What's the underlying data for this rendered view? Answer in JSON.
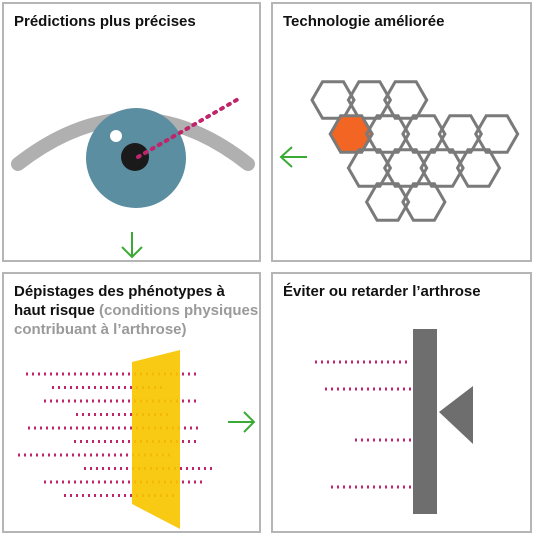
{
  "panels": {
    "top_left": {
      "title": "Prédictions plus précises"
    },
    "top_right": {
      "title": "Technologie améliorée"
    },
    "bottom_left": {
      "title_line1": "Dépistages des phénotypes à",
      "title_line2_bold": "haut risque",
      "title_line2_sub": " (conditions physiques",
      "title_line3_sub": "contribuant à l’arthrose)"
    },
    "bottom_right": {
      "title": "Éviter ou retarder l’arthrose"
    }
  },
  "colors": {
    "border": "#b5b5b5",
    "eye_gray": "#b0b0b0",
    "iris": "#5b8ea0",
    "pupil": "#1a1a1a",
    "dots": "#c0256b",
    "hex_outline": "#7a7a7a",
    "hex_highlight": "#f26522",
    "arrow_green": "#3aaa35",
    "yellow": "#f7c600",
    "block_gray": "#6e6e6e"
  },
  "icons": {
    "down_arrow": "arrow-down-icon",
    "left_arrow": "arrow-left-icon",
    "right_arrow": "arrow-right-icon"
  }
}
